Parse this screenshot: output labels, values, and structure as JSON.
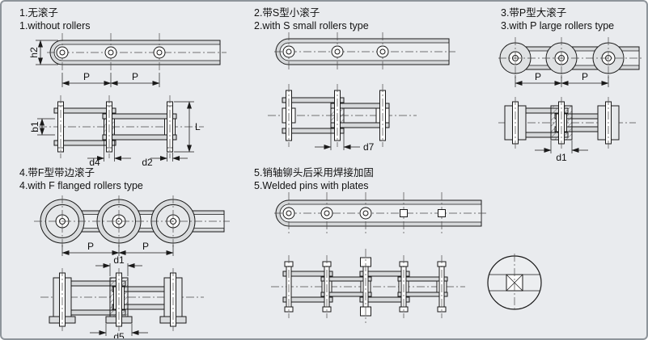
{
  "sections": {
    "s1": {
      "title_zh": "1.无滚子",
      "title_en": "1.without rollers",
      "dims": {
        "h2": "h2",
        "p_left": "P",
        "p_right": "P",
        "b1": "b1",
        "L": "L",
        "d4": "d4",
        "d2": "d2"
      }
    },
    "s2": {
      "title_zh": "2.带S型小滚子",
      "title_en": "2.with S small rollers type",
      "dims": {
        "d7": "d7"
      }
    },
    "s3": {
      "title_zh": "3.带P型大滚子",
      "title_en": "3.with P large rollers type",
      "dims": {
        "p_left": "P",
        "p_right": "P",
        "d1": "d1"
      }
    },
    "s4": {
      "title_zh": "4.带F型带边滚子",
      "title_en": "4.with F flanged rollers type",
      "dims": {
        "p_left": "P",
        "p_right": "P",
        "d1": "d1",
        "d5": "d5"
      }
    },
    "s5": {
      "title_zh": "5.销轴铆头后采用焊接加固",
      "title_en": "5.Welded pins with plates"
    }
  }
}
